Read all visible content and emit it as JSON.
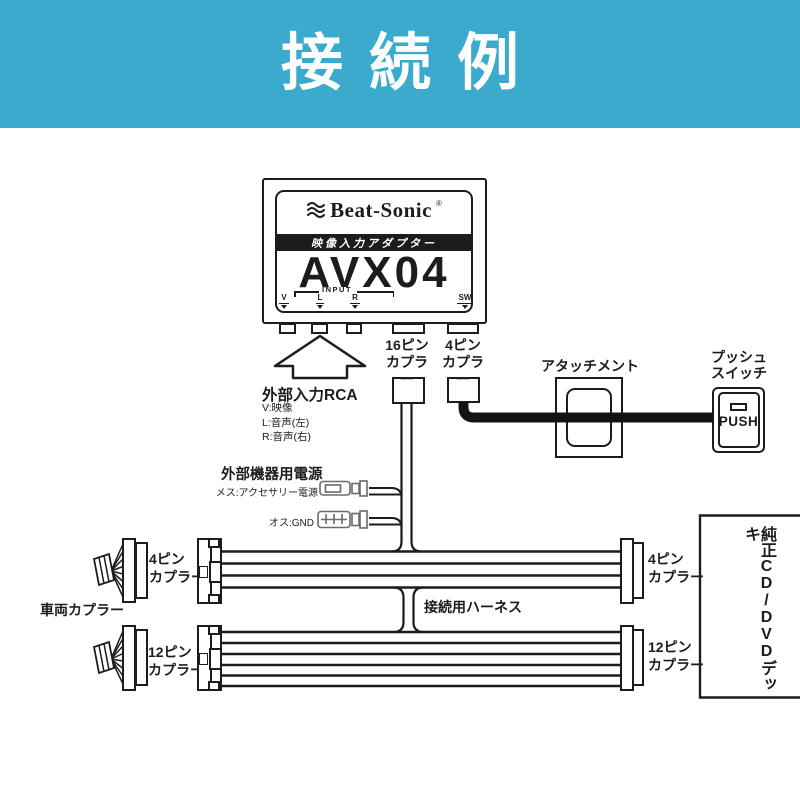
{
  "colors": {
    "banner_bg": "#3aabcd",
    "line_color": "#1c1c1c"
  },
  "banner": {
    "title": "接続例"
  },
  "device": {
    "brand": "Beat-Sonic",
    "registered_mark": "®",
    "subtitle": "映像入力アダプター",
    "model": "AVX04",
    "input_label": "INPUT",
    "pin_v": "V",
    "pin_l": "L",
    "pin_r": "R",
    "pin_sw": "SW"
  },
  "external_input": {
    "title": "外部入力RCA",
    "lines": [
      "V:映像",
      "L:音声(左)",
      "R:音声(右)"
    ]
  },
  "connector_labels": {
    "coupler_16pin": [
      "16ピン",
      "カプラー"
    ],
    "coupler_4pin_device": [
      "4ピン",
      "カプラー"
    ],
    "coupler_4pin_left": [
      "4ピン",
      "カプラー"
    ],
    "coupler_12pin_left": [
      "12ピン",
      "カプラー"
    ],
    "coupler_4pin_right": [
      "4ピン",
      "カプラー"
    ],
    "coupler_12pin_right": [
      "12ピン",
      "カプラー"
    ],
    "vehicle_coupler": "車両カプラー"
  },
  "power": {
    "title": "外部機器用電源",
    "female_label": "メス:アクセサリー電源",
    "male_label": "オス:GND"
  },
  "attachment": {
    "label": "アタッチメント"
  },
  "push_switch": {
    "label_line1": "プッシュ",
    "label_line2": "スイッチ",
    "button_text": "PUSH"
  },
  "harness": {
    "label": "接続用ハーネス"
  },
  "head_unit": {
    "label": "純正CD/DVDデッキ"
  }
}
